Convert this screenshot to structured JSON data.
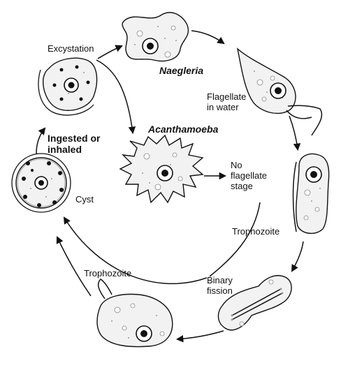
{
  "labels": {
    "excystation": "Excystation",
    "naegleria": "Naegleria",
    "flagellate_in_water": "Flagellate\nin water",
    "ingested_or_inhaled": "Ingested or\ninhaled",
    "acanthamoeba": "Acanthamoeba",
    "no_flagellate_stage": "No\nflagellate\nstage",
    "cyst": "Cyst",
    "trophozoite_right": "Trophozoite",
    "trophozoite_left": "Trophozoite",
    "binary_fission": "Binary\nfission"
  }
}
